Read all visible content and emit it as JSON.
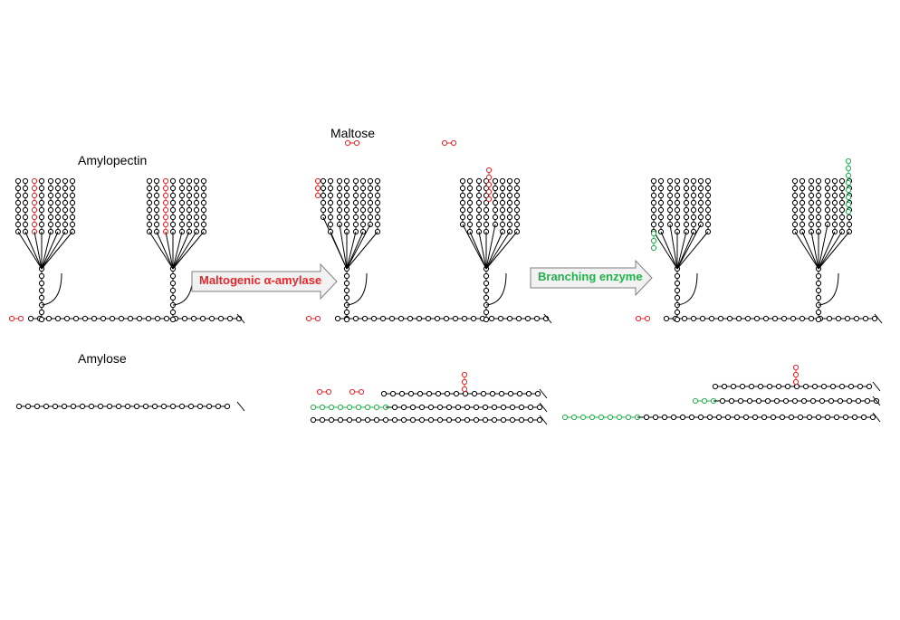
{
  "labels": {
    "amylopectin": "Amylopectin",
    "amylose": "Amylose",
    "maltose": "Maltose"
  },
  "arrows": {
    "maltogenic": "Maltogenic α-amylase",
    "branching": "Branching enzyme"
  },
  "colors": {
    "base": "#000000",
    "maltose_red": "#e8262b",
    "branch_green": "#22b14c",
    "arrow_fill": "#f2f2f2",
    "arrow_stroke": "#7f7f7f"
  }
}
